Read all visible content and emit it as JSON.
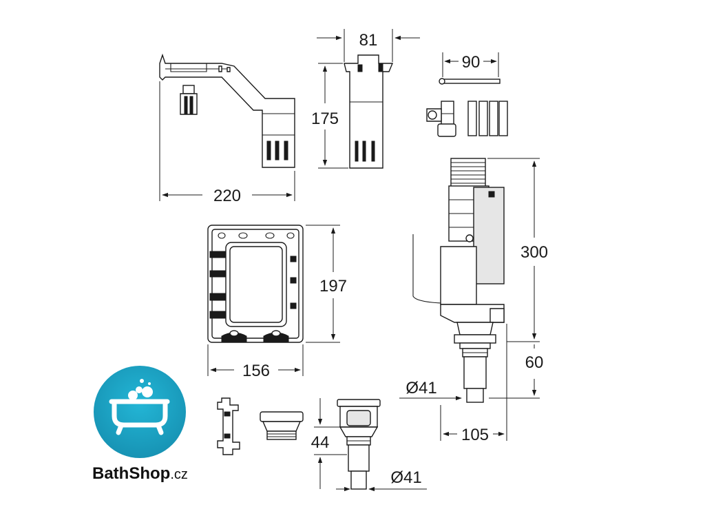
{
  "dimensions": {
    "bracket_width": "220",
    "cup_width": "81",
    "cup_height": "175",
    "rod_length": "90",
    "frame_height": "197",
    "frame_width": "156",
    "valve_height": "300",
    "outlet_height": "60",
    "valve_diameter": "Ø41",
    "valve_base_width": "105",
    "adapter_height": "44",
    "adapter_diameter": "Ø41"
  },
  "logo": {
    "name": "BathShop",
    "tld": ".cz",
    "brand_color": "#1aa3c3"
  }
}
